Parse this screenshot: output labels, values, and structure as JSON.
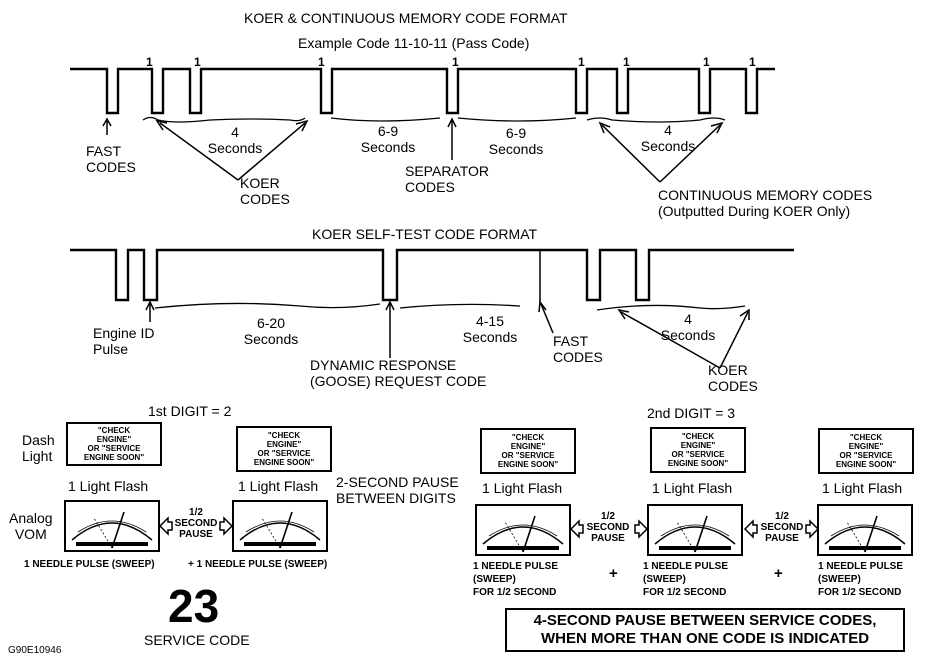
{
  "section1": {
    "title": "KOER & CONTINUOUS MEMORY CODE FORMAT",
    "subtitle": "Example  Code 11-10-11 (Pass Code)",
    "pulse_label": "1",
    "fast_codes": "FAST\nCODES",
    "koer_4s": "4\nSeconds",
    "koer_codes": "KOER\nCODES",
    "gap_69_a": "6-9\nSeconds",
    "separator": "SEPARATOR\nCODES",
    "gap_69_b": "6-9\nSeconds",
    "cm_4s": "4\nSeconds",
    "cm_codes": "CONTINUOUS MEMORY CODES\n(Outputted During KOER Only)"
  },
  "section2": {
    "title": "KOER SELF-TEST CODE FORMAT",
    "engine_id": "Engine ID\nPulse",
    "gap_620": "6-20\nSeconds",
    "dynamic": "DYNAMIC RESPONSE\n(GOOSE) REQUEST CODE",
    "gap_415": "4-15\nSeconds",
    "fast_codes": "FAST\nCODES",
    "koer_4s": "4\nSeconds",
    "koer_codes": "KOER\nCODES"
  },
  "section3": {
    "digit1": "1st DIGIT = 2",
    "digit2": "2nd DIGIT = 3",
    "dash_light": "Dash\nLight",
    "analog_vom": "Analog\nVOM",
    "light_text": "\"CHECK\nENGINE\"\nOR \"SERVICE\nENGINE SOON\"",
    "light_flash": "1 Light Flash",
    "half_pause": "1/2\nSECOND\nPAUSE",
    "two_sec_pause": "2-SECOND PAUSE\nBETWEEN DIGITS",
    "needle_pulse_a": "1 NEEDLE PULSE (SWEEP)",
    "plus_needle": "+ 1 NEEDLE PULSE (SWEEP)",
    "needle_pulse_half": "1 NEEDLE PULSE\n(SWEEP)\nFOR 1/2 SECOND",
    "plus": "+",
    "code_number": "23",
    "service_code": "SERVICE CODE",
    "note": "4-SECOND PAUSE BETWEEN SERVICE CODES,\nWHEN MORE THAN ONE CODE IS INDICATED",
    "figure_id": "G90E10946"
  }
}
